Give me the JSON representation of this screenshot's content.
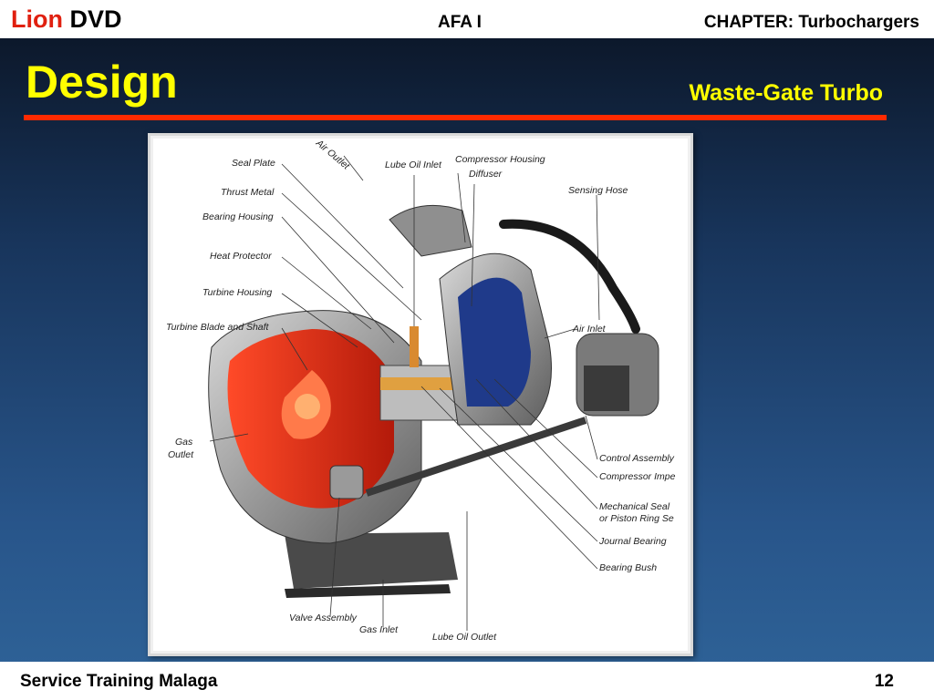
{
  "header": {
    "brand_part1": "Lion",
    "brand_part2": "DVD",
    "course": "AFA I",
    "chapter": "CHAPTER: Turbochargers"
  },
  "slide": {
    "title": "Design",
    "subtitle": "Waste-Gate Turbo"
  },
  "diagram": {
    "labels": {
      "seal_plate": "Seal Plate",
      "air_outlet": "Air Outlet",
      "lube_oil_inlet": "Lube Oil Inlet",
      "compressor_housing": "Compressor Housing",
      "diffuser": "Diffuser",
      "sensing_hose": "Sensing Hose",
      "thrust_metal": "Thrust Metal",
      "bearing_housing": "Bearing Housing",
      "heat_protector": "Heat Protector",
      "turbine_housing": "Turbine Housing",
      "turbine_blade": "Turbine Blade and Shaft",
      "air_inlet": "Air Inlet",
      "gas": "Gas",
      "outlet": "Outlet",
      "control_assembly": "Control Assembly",
      "compressor_impeller": "Compressor Impe",
      "mechanical_seal": "Mechanical Seal",
      "piston_ring": "or Piston Ring Se",
      "journal_bearing": "Journal Bearing",
      "bearing_bush": "Bearing Bush",
      "valve_assembly": "Valve Assembly",
      "gas_inlet": "Gas Inlet",
      "lube_oil_outlet": "Lube Oil Outlet"
    }
  },
  "footer": {
    "left": "Service Training Malaga",
    "page": "12"
  },
  "colors": {
    "accent_red": "#ff2a00",
    "title_yellow": "#ffff00",
    "turbine_hot": "#e8321a",
    "compressor_blue": "#1f3a8a"
  }
}
